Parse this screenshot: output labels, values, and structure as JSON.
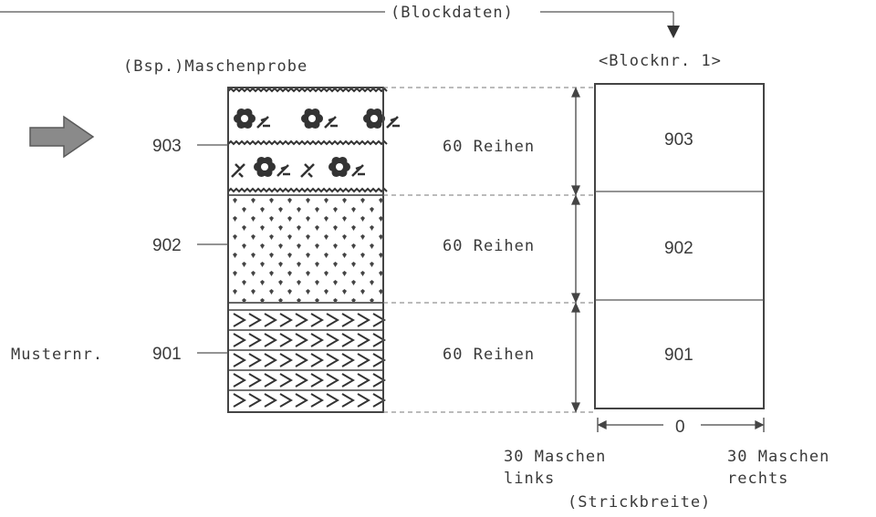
{
  "top_label": "(Blockdaten)",
  "sample_label": "(Bsp.)Maschenprobe",
  "block_label": "<Blocknr. 1>",
  "pattern_prefix": "Musternr.",
  "patterns": [
    {
      "number": "903",
      "rows_label": "60 Reihen",
      "motif": "flower"
    },
    {
      "number": "902",
      "rows_label": "60 Reihen",
      "motif": "hearts"
    },
    {
      "number": "901",
      "rows_label": "60 Reihen",
      "motif": "chevron"
    }
  ],
  "width_center": "0",
  "left_width_label": [
    "30 Maschen",
    "links"
  ],
  "right_width_label": [
    "30 Maschen",
    "rechts"
  ],
  "width_caption": "(Strickbreite)",
  "arrow_color": "#8a8a8a"
}
